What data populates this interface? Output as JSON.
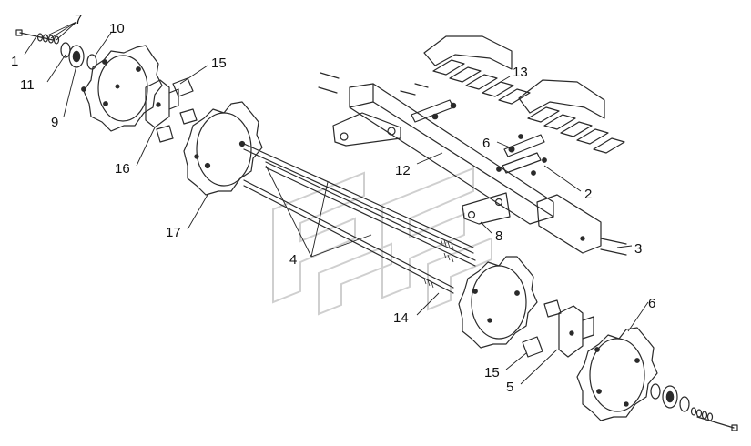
{
  "diagram": {
    "callouts": [
      {
        "id": "c1",
        "text": "1"
      },
      {
        "id": "c7",
        "text": "7"
      },
      {
        "id": "c10",
        "text": "10"
      },
      {
        "id": "c11",
        "text": "11"
      },
      {
        "id": "c9",
        "text": "9"
      },
      {
        "id": "c15a",
        "text": "15"
      },
      {
        "id": "c13",
        "text": "13"
      },
      {
        "id": "c6a",
        "text": "6"
      },
      {
        "id": "c12",
        "text": "12"
      },
      {
        "id": "c16",
        "text": "16"
      },
      {
        "id": "c2",
        "text": "2"
      },
      {
        "id": "c17",
        "text": "17"
      },
      {
        "id": "c8",
        "text": "8"
      },
      {
        "id": "c3",
        "text": "3"
      },
      {
        "id": "c4",
        "text": "4"
      },
      {
        "id": "c14",
        "text": "14"
      },
      {
        "id": "c6b",
        "text": "6"
      },
      {
        "id": "c15b",
        "text": "15"
      },
      {
        "id": "c5",
        "text": "5"
      }
    ]
  },
  "colors": {
    "line": "#2a2a2a",
    "watermark": "#cfcfcf",
    "background": "#ffffff"
  }
}
